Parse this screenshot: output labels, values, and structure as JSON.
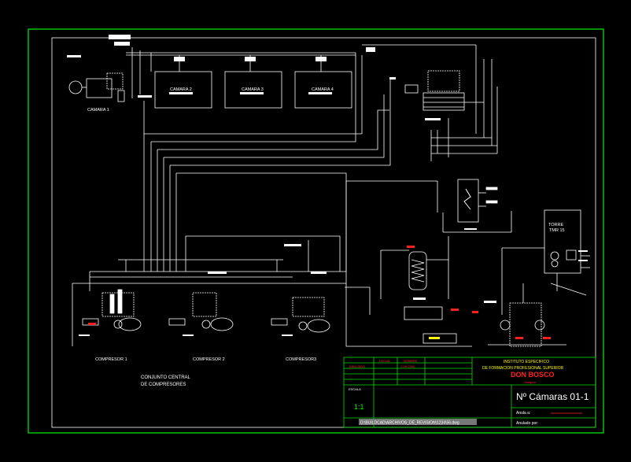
{
  "colors": {
    "background": "#000000",
    "border": "#00e000",
    "pipe": "#ffffff",
    "accent_yellow": "#ffff00",
    "accent_red": "#ff2020",
    "accent_cyan": "#00ffff",
    "title_green": "#00ff00"
  },
  "rooms": {
    "camara1": "CAMARA 1",
    "camara2": "CAMARA 2",
    "camara3": "CAMARA 3",
    "camara4": "CAMARA 4"
  },
  "tower": {
    "line1": "TORRE",
    "line2": "TMR 15"
  },
  "compressors": {
    "c1": "COMPRESOR 1",
    "c2": "COMPRESOR 2",
    "c3": "COMPRESOR3"
  },
  "group": {
    "line1": "CONJUNTO CENTRAL",
    "line2": "DE COMPRESORES"
  },
  "title_block": {
    "col_fecha": "FECHA",
    "col_nombre": "NOMBRE",
    "row_dibujado": "DIBUJADO",
    "dibujado_date": "1-09-2000",
    "institute_line1": "INSTITUTO ESPECIFICO",
    "institute_line2": "DE FORMACION PROFESIONAL SUPERIOR",
    "school": "DON BOSCO",
    "subtitle": "Zaragoza",
    "escala_label": "ESCALA",
    "escala_value": "1:1",
    "path": "D:\\BUILDCAD\\ARCHIVOS_DE_REVISION\\1234\\56.dwg",
    "drawing_title": "Nº Cámaras 01-1",
    "anulado_a": "Anula a:",
    "anulado_por": "Anulado por:"
  }
}
